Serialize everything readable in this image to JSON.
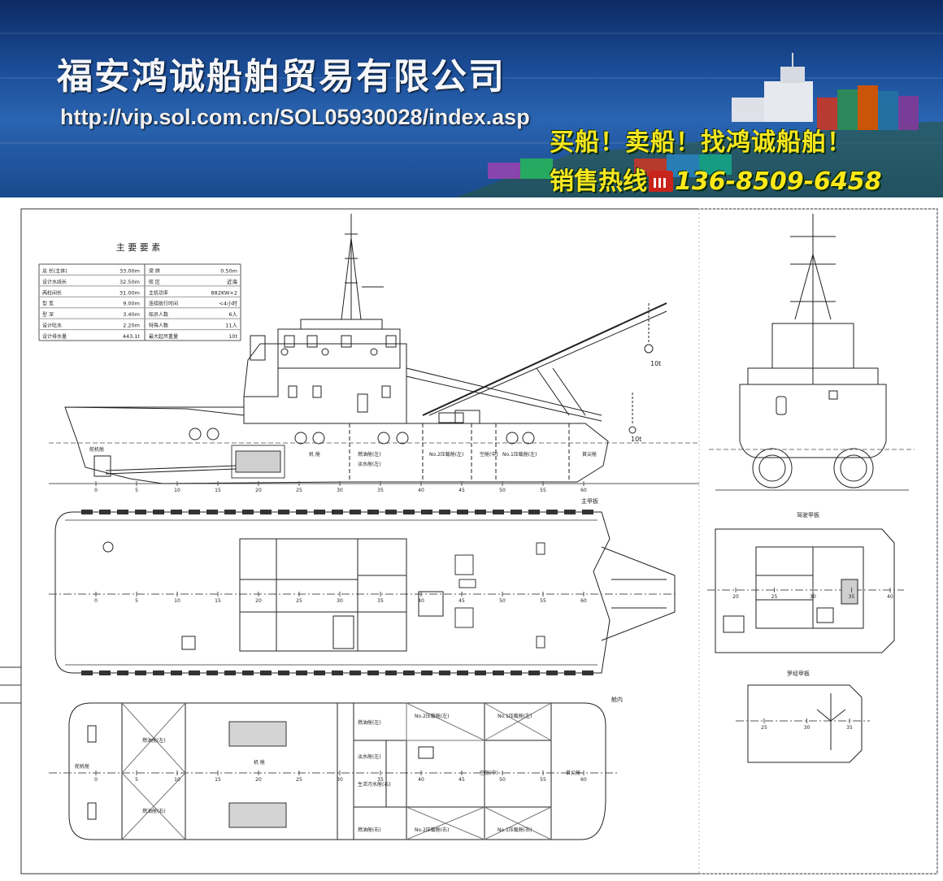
{
  "banner": {
    "company": "福安鸿诚船舶贸易有限公司",
    "url": "http://vip.sol.com.cn/SOL05930028/index.asp",
    "slogan": "买船！卖船！找鸿诚船舶！",
    "hotline_label": "销售热线",
    "phone": "136-8509-6458",
    "colors": {
      "sea": "#1b4d97",
      "slogan": "#f7e61f",
      "phone_icon": "#c8241c"
    }
  },
  "specs": {
    "title": "主 要 要 素",
    "left": [
      {
        "label": "总  长(主体)",
        "value": "33.00m"
      },
      {
        "label": "设计水线长",
        "value": "32.50m"
      },
      {
        "label": "两柱间长",
        "value": "31.00m"
      },
      {
        "label": "型  宽",
        "value": "9.00m"
      },
      {
        "label": "型  深",
        "value": "3.40m"
      },
      {
        "label": "设计吃水",
        "value": "2.20m"
      },
      {
        "label": "设计排水量",
        "value": "443.1t"
      }
    ],
    "right": [
      {
        "label": "梁  拱",
        "value": "0.50m"
      },
      {
        "label": "航  区",
        "value": "近海"
      },
      {
        "label": "主机功率",
        "value": "882KW×2"
      },
      {
        "label": "连续航行时间",
        "value": "<4小时"
      },
      {
        "label": "船员人数",
        "value": "6人"
      },
      {
        "label": "特殊人数",
        "value": "11人"
      },
      {
        "label": "最大起吊重量",
        "value": "10t"
      }
    ]
  },
  "views": {
    "main_deck": "主甲板",
    "bridge_deck": "驾驶甲板",
    "compass_deck": "罗经甲板",
    "hold": "舱内"
  },
  "profile_labels": {
    "hook_load_top": "10t",
    "hook_load_bottom": "10t",
    "aft_tank": "舵机舱",
    "engine_room": "机 舱",
    "fuel_tank": "燃油舱(左)",
    "fw_tank": "淡水舱(左)",
    "ballast2": "No.2压载舱(左)",
    "void": "空舱(中)",
    "ballast1": "No.1压载舱(左)",
    "fore_store": "首尖舱"
  },
  "hold_labels": {
    "steering": "舵机舱",
    "ft_left": "燃油舱(左)",
    "ft_right": "燃油舱(右)",
    "engine": "机 舱",
    "fuel_l": "燃油舱(左)",
    "fuel_r": "燃油舱(右)",
    "fw_l": "淡水舱(左)",
    "fw_r": "生活污水舱(右)",
    "b2_l": "No.2压载舱(左)",
    "b2_r": "No.2压载舱(右)",
    "b1_l": "No.1压载舱(左)",
    "b1_r": "No.1压载舱(右)",
    "void": "空舱(中)",
    "fore": "首尖舱"
  },
  "frame_ticks": [
    "0",
    "5",
    "10",
    "15",
    "20",
    "25",
    "30",
    "35",
    "40",
    "45",
    "50",
    "55",
    "60"
  ],
  "bridge_ticks": [
    "20",
    "25",
    "30",
    "35",
    "40"
  ],
  "compass_ticks": [
    "25",
    "30",
    "35"
  ]
}
